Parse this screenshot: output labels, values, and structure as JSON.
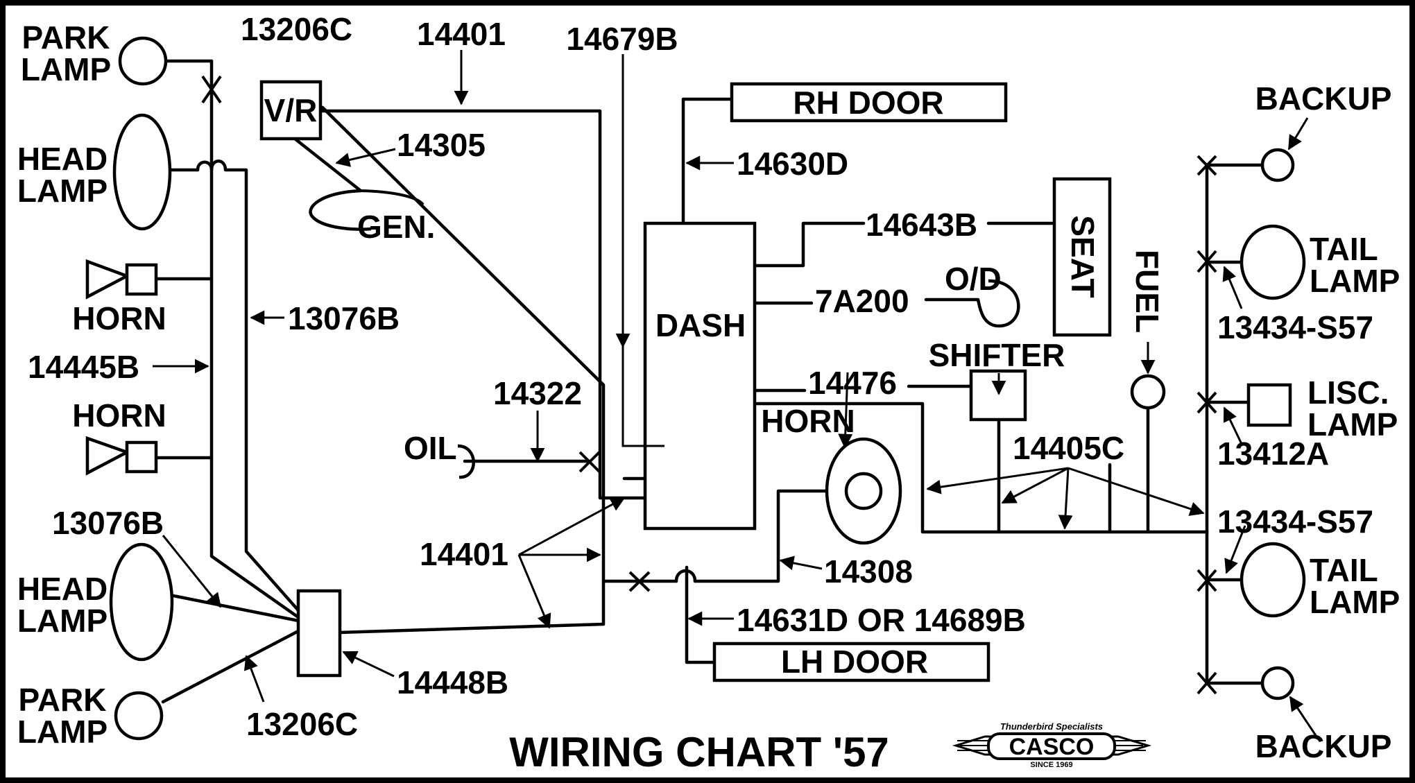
{
  "title": "WIRING CHART '57",
  "components": {
    "park_lamp_top": "PARK\nLAMP",
    "head_lamp_top": "HEAD\nLAMP",
    "horn_1": "HORN",
    "horn_2": "HORN",
    "head_lamp_bottom": "HEAD\nLAMP",
    "park_lamp_bottom": "PARK\nLAMP",
    "voltage_regulator": "V/R",
    "generator": "GEN.",
    "oil": "OIL",
    "dash": "DASH",
    "rh_door": "RH DOOR",
    "lh_door": "LH DOOR",
    "seat": "SEAT",
    "overdrive": "O/D",
    "shifter": "SHIFTER",
    "horn_center": "HORN",
    "fuel": "FUEL",
    "backup_top": "BACKUP",
    "tail_lamp_top": "TAIL\nLAMP",
    "lisc_lamp": "LISC.\nLAMP",
    "tail_lamp_bottom": "TAIL\nLAMP",
    "backup_bottom": "BACKUP"
  },
  "wire_labels": {
    "w_13206c_top": "13206C",
    "w_14401_top": "14401",
    "w_14679b": "14679B",
    "w_14305": "14305",
    "w_13076b_mid": "13076B",
    "w_14445b": "14445B",
    "w_14322": "14322",
    "w_13076b_low": "13076B",
    "w_14401_low": "14401",
    "w_14448b": "14448B",
    "w_13206c_bottom": "13206C",
    "w_14630d": "14630D",
    "w_14643b": "14643B",
    "w_7a200": "7A200",
    "w_14476": "14476",
    "w_14405c": "14405C",
    "w_14308": "14308",
    "w_14631d": "14631D OR 14689B",
    "w_13434_top": "13434-S57",
    "w_13412a": "13412A",
    "w_13434_bottom": "13434-S57"
  },
  "logo": {
    "tagline": "Thunderbird Specialists",
    "name": "CASCO",
    "since": "SINCE 1969"
  }
}
